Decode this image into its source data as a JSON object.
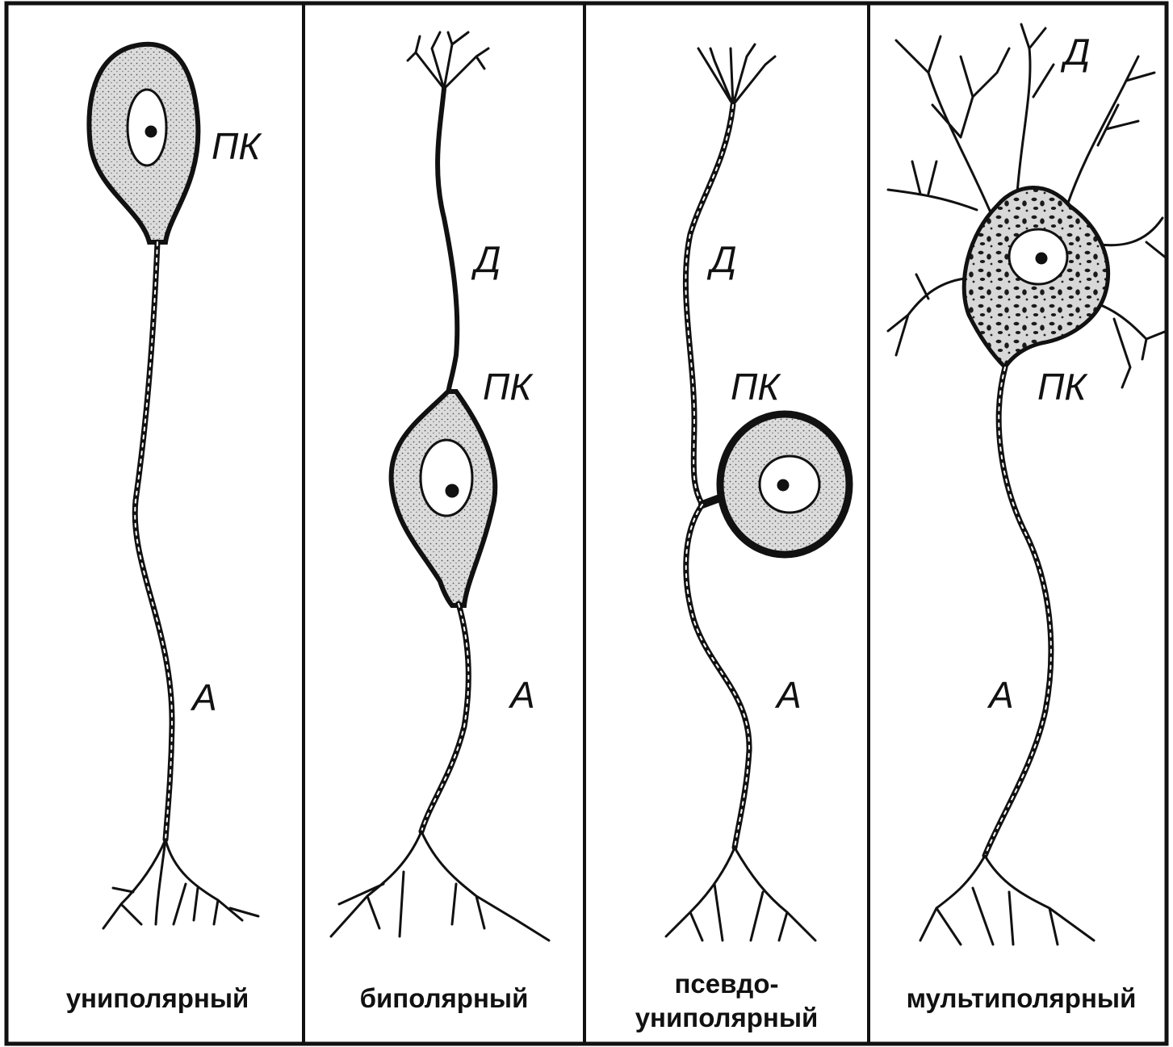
{
  "colors": {
    "ink": "#111111",
    "soma_fill": "#d6d6d6",
    "background": "#ffffff"
  },
  "panels": [
    {
      "caption": [
        "униполярный"
      ],
      "labels": {
        "soma": "ПК",
        "axon": "А"
      }
    },
    {
      "caption": [
        "биполярный"
      ],
      "labels": {
        "dendrite": "Д",
        "soma": "ПК",
        "axon": "А"
      }
    },
    {
      "caption": [
        "псевдо-",
        "униполярный"
      ],
      "labels": {
        "dendrite": "Д",
        "soma": "ПК",
        "axon": "А"
      }
    },
    {
      "caption": [
        "мультиполярный"
      ],
      "labels": {
        "dendrite": "Д",
        "soma": "ПК",
        "axon": "А"
      }
    }
  ]
}
